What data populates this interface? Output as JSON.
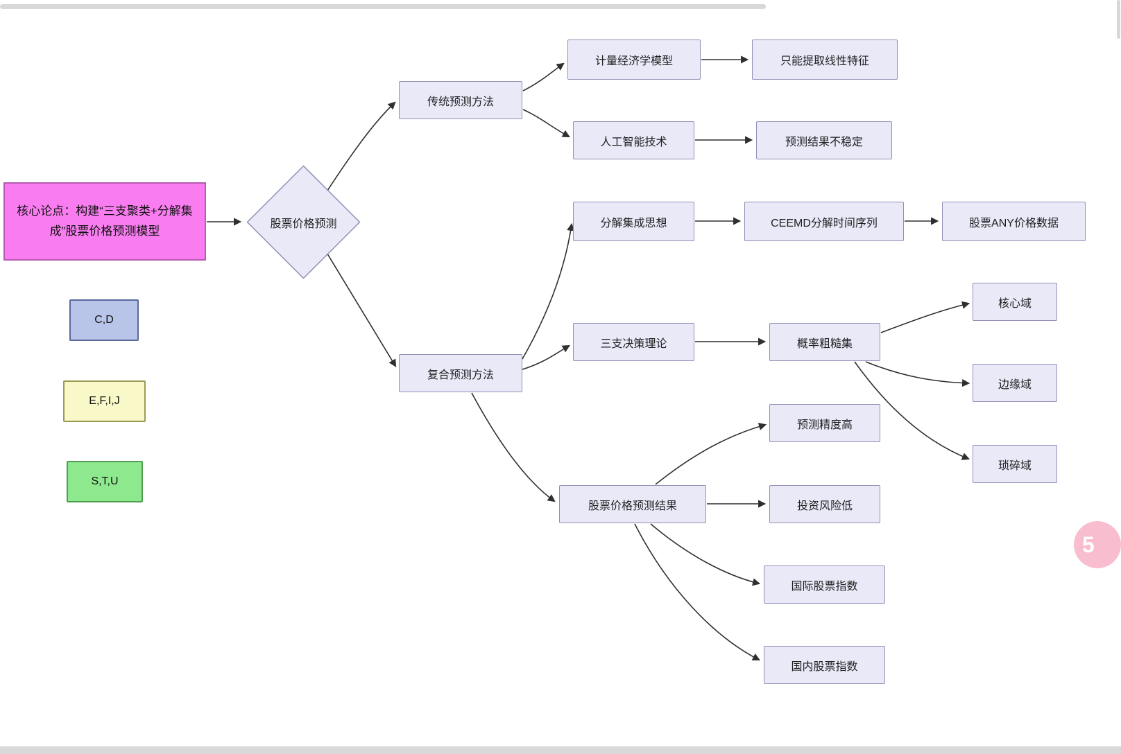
{
  "colors": {
    "node_fill": "#e9e9f8",
    "node_border": "#8f90b4",
    "core_fill": "#f97df0",
    "core_border": "#b75ab0",
    "legend_blue_fill": "#b9c4e9",
    "legend_yellow_fill": "#f8f8c9",
    "legend_green_fill": "#8ee98e",
    "arrow": "#2f2f2f",
    "badge_pink": "#f9bdd0"
  },
  "core_box": {
    "label": "核心论点：构建“三支聚类+分解集成”股票价格预测模型"
  },
  "root": {
    "label": "股票价格预测"
  },
  "legend": [
    {
      "label": "C,D"
    },
    {
      "label": "E,F,I,J"
    },
    {
      "label": "S,T,U"
    }
  ],
  "nodes": {
    "trad": "传统预测方法",
    "econ": "计量经济学模型",
    "linear": "只能提取线性特征",
    "ai": "人工智能技术",
    "unstable": "预测结果不稳定",
    "composite": "复合预测方法",
    "decomp": "分解集成思想",
    "ceemd": "CEEMD分解时间序列",
    "anydata": "股票ANY价格数据",
    "threeway": "三支决策理论",
    "roughset": "概率粗糙集",
    "core_domain": "核心域",
    "edge_domain": "边缘域",
    "trivial_domain": "琐碎域",
    "accuracy": "预测精度高",
    "result": "股票价格预测结果",
    "risk": "投资风险低",
    "intl": "国际股票指数",
    "domestic": "国内股票指数"
  },
  "badge": {
    "label": "5"
  }
}
